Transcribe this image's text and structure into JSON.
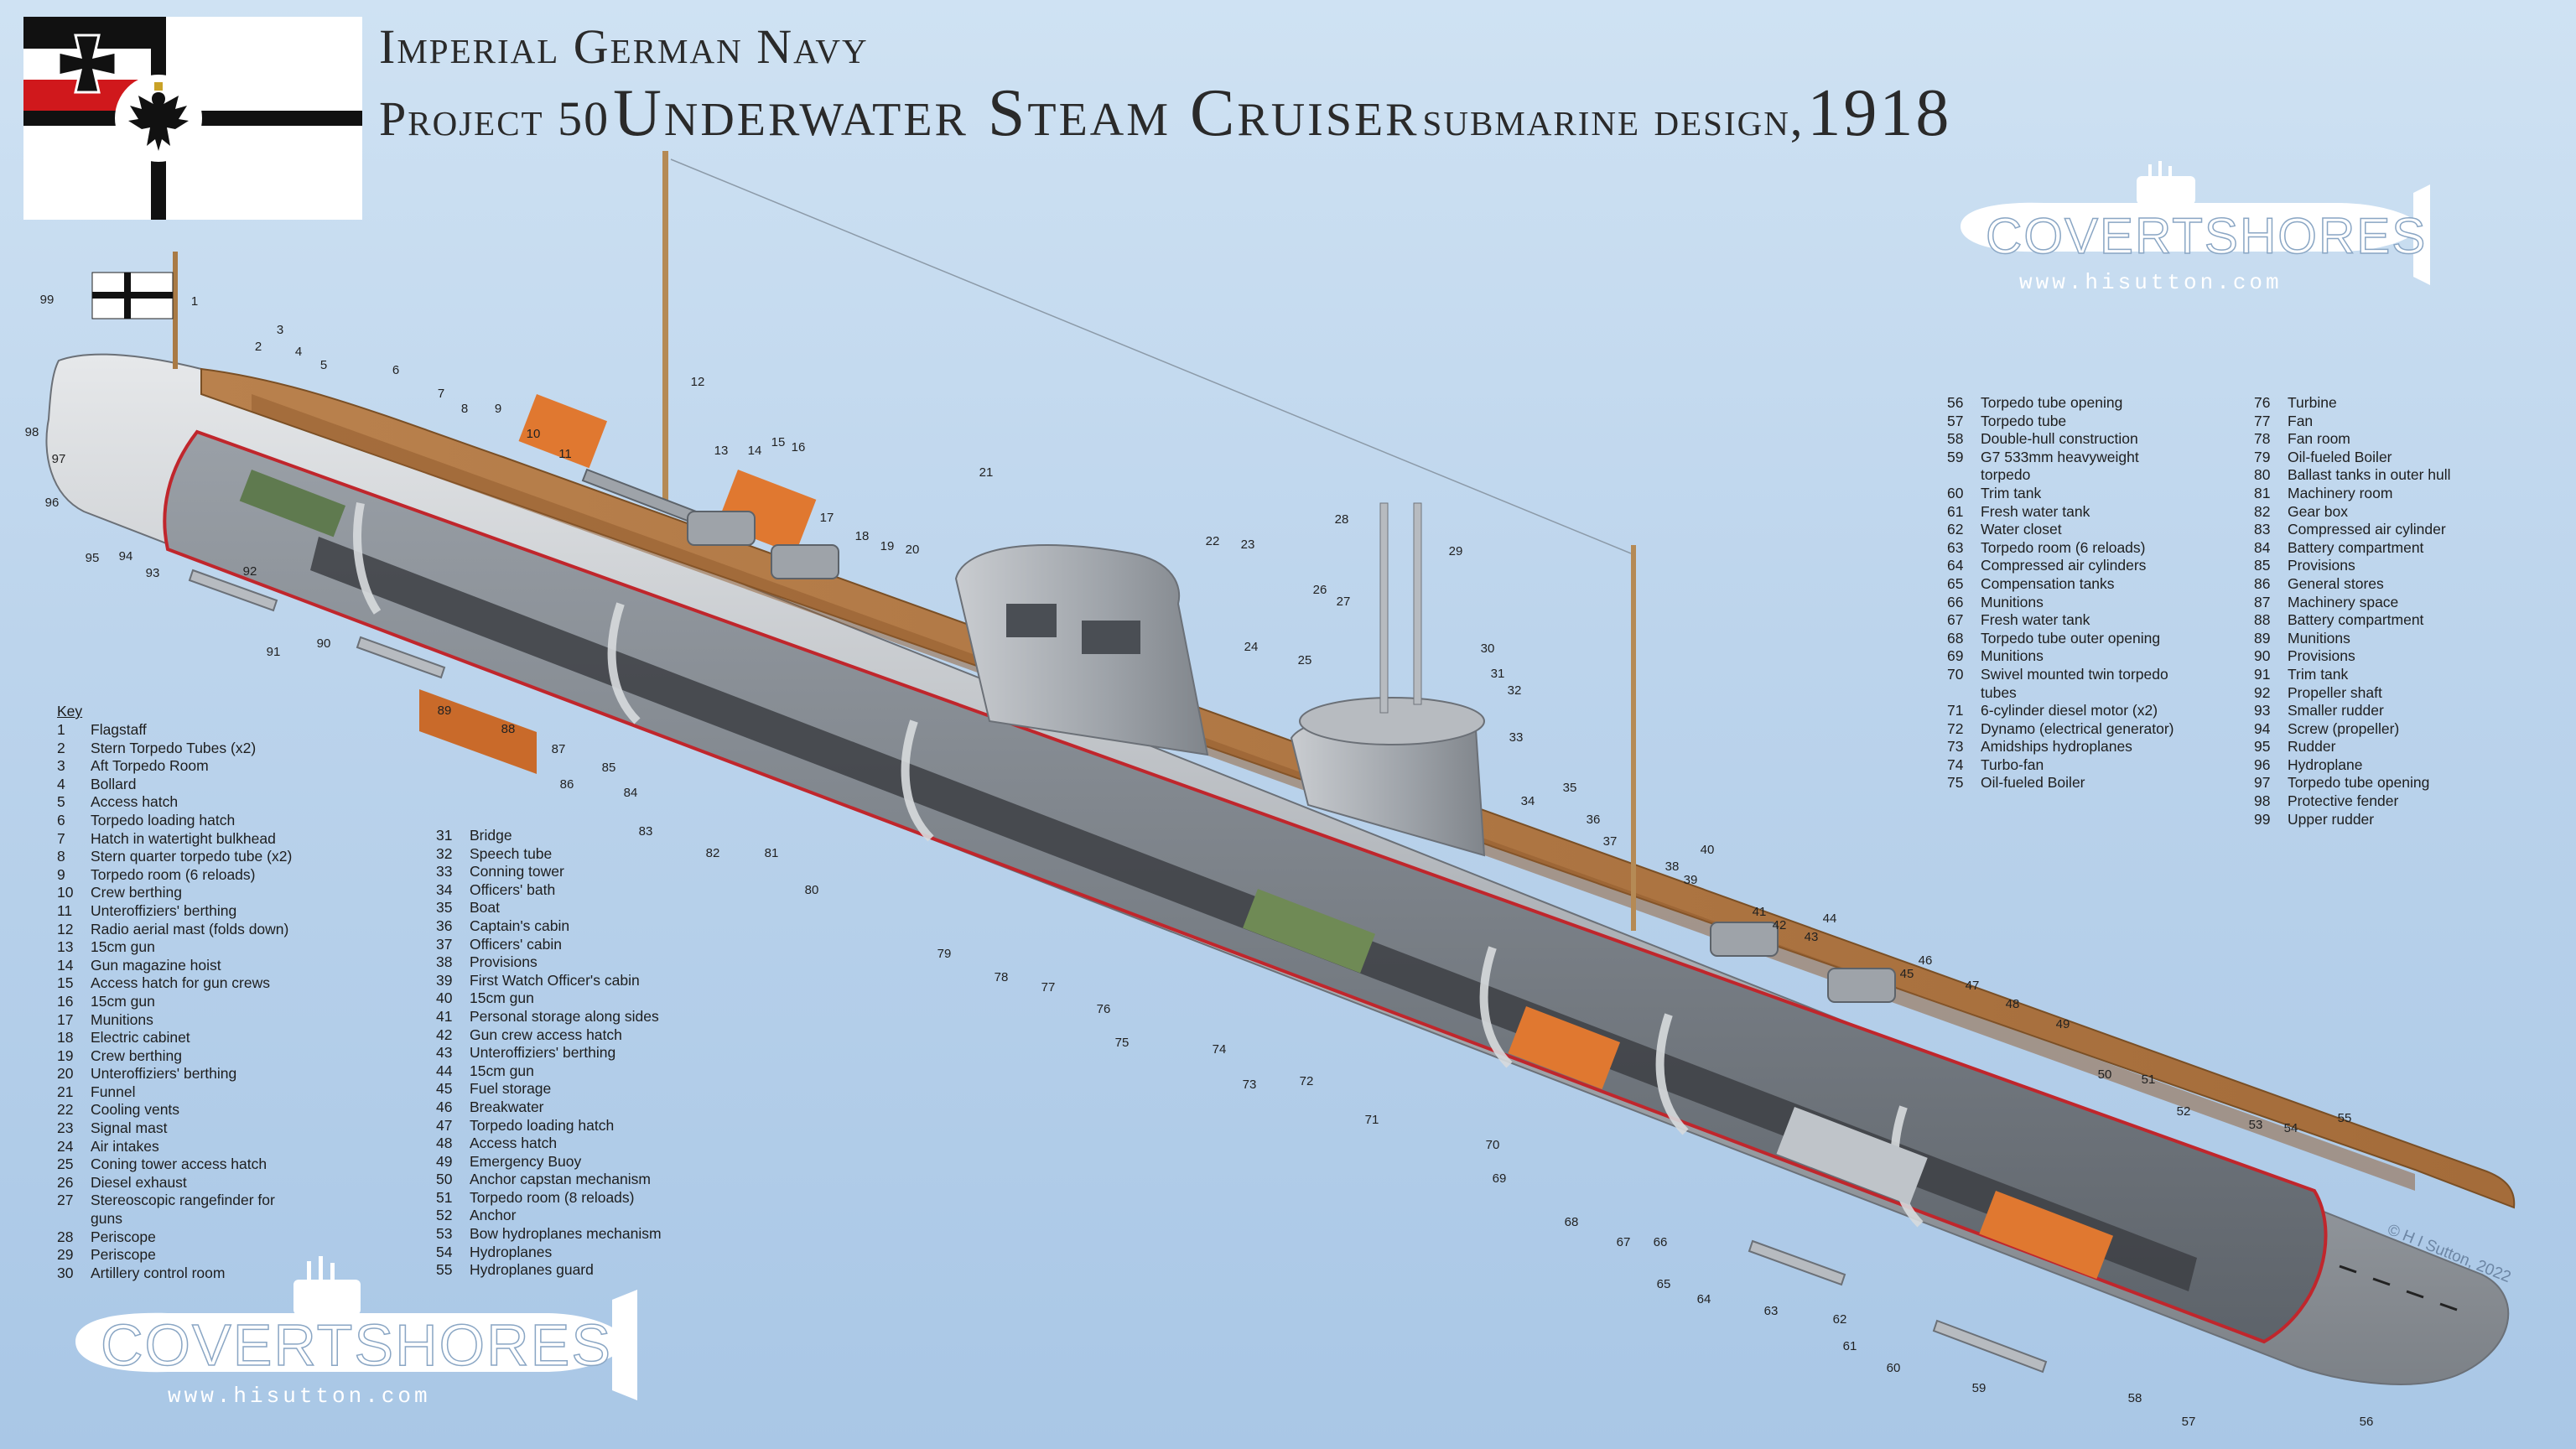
{
  "title": {
    "line1": "Imperial German Navy",
    "line2_a": "Project 50",
    "line2_b": "Underwater Steam Cruiser",
    "line2_c": "submarine design,",
    "line2_d": "1918"
  },
  "logo": {
    "word": "COVERTSHORES",
    "url": "www.hisutton.com"
  },
  "copyright": "© H I Sutton, 2022",
  "key_heading": "Key",
  "key_col_1": [
    {
      "n": "1",
      "t": "Flagstaff"
    },
    {
      "n": "2",
      "t": "Stern Torpedo Tubes (x2)"
    },
    {
      "n": "3",
      "t": "Aft Torpedo Room"
    },
    {
      "n": "4",
      "t": "Bollard"
    },
    {
      "n": "5",
      "t": "Access hatch"
    },
    {
      "n": "6",
      "t": "Torpedo loading hatch"
    },
    {
      "n": "7",
      "t": "Hatch in watertight bulkhead"
    },
    {
      "n": "8",
      "t": "Stern quarter torpedo tube (x2)"
    },
    {
      "n": "9",
      "t": "Torpedo room (6 reloads)"
    },
    {
      "n": "10",
      "t": "Crew berthing"
    },
    {
      "n": "11",
      "t": "Unteroffiziers' berthing"
    },
    {
      "n": "12",
      "t": "Radio aerial mast (folds down)"
    },
    {
      "n": "13",
      "t": "15cm gun"
    },
    {
      "n": "14",
      "t": "Gun magazine hoist"
    },
    {
      "n": "15",
      "t": "Access hatch for gun crews"
    },
    {
      "n": "16",
      "t": "15cm gun"
    },
    {
      "n": "17",
      "t": "Munitions"
    },
    {
      "n": "18",
      "t": "Electric cabinet"
    },
    {
      "n": "19",
      "t": "Crew berthing"
    },
    {
      "n": "20",
      "t": "Unteroffiziers' berthing"
    },
    {
      "n": "21",
      "t": "Funnel"
    },
    {
      "n": "22",
      "t": "Cooling vents"
    },
    {
      "n": "23",
      "t": "Signal mast"
    },
    {
      "n": "24",
      "t": "Air intakes"
    },
    {
      "n": "25",
      "t": "Coning tower access hatch"
    },
    {
      "n": "26",
      "t": "Diesel exhaust"
    },
    {
      "n": "27",
      "t": "Stereoscopic rangefinder for",
      "t2": "guns"
    },
    {
      "n": "28",
      "t": "Periscope"
    },
    {
      "n": "29",
      "t": "Periscope"
    },
    {
      "n": "30",
      "t": "Artillery control room"
    }
  ],
  "key_col_2": [
    {
      "n": "31",
      "t": "Bridge"
    },
    {
      "n": "32",
      "t": "Speech tube"
    },
    {
      "n": "33",
      "t": "Conning tower"
    },
    {
      "n": "34",
      "t": "Officers' bath"
    },
    {
      "n": "35",
      "t": "Boat"
    },
    {
      "n": "36",
      "t": "Captain's cabin"
    },
    {
      "n": "37",
      "t": "Officers' cabin"
    },
    {
      "n": "38",
      "t": "Provisions"
    },
    {
      "n": "39",
      "t": "First Watch Officer's cabin"
    },
    {
      "n": "40",
      "t": "15cm gun"
    },
    {
      "n": "41",
      "t": "Personal storage along sides"
    },
    {
      "n": "42",
      "t": "Gun crew access hatch"
    },
    {
      "n": "43",
      "t": "Unteroffiziers' berthing"
    },
    {
      "n": "44",
      "t": "15cm gun"
    },
    {
      "n": "45",
      "t": "Fuel storage"
    },
    {
      "n": "46",
      "t": "Breakwater"
    },
    {
      "n": "47",
      "t": "Torpedo loading hatch"
    },
    {
      "n": "48",
      "t": "Access hatch"
    },
    {
      "n": "49",
      "t": "Emergency Buoy"
    },
    {
      "n": "50",
      "t": "Anchor capstan mechanism"
    },
    {
      "n": "51",
      "t": "Torpedo room (8 reloads)"
    },
    {
      "n": "52",
      "t": "Anchor"
    },
    {
      "n": "53",
      "t": "Bow hydroplanes mechanism"
    },
    {
      "n": "54",
      "t": "Hydroplanes"
    },
    {
      "n": "55",
      "t": "Hydroplanes guard"
    }
  ],
  "key_col_3": [
    {
      "n": "56",
      "t": "Torpedo tube opening"
    },
    {
      "n": "57",
      "t": "Torpedo tube"
    },
    {
      "n": "58",
      "t": "Double-hull construction"
    },
    {
      "n": "59",
      "t": "G7 533mm heavyweight",
      "t2": "torpedo"
    },
    {
      "n": "60",
      "t": "Trim tank"
    },
    {
      "n": "61",
      "t": "Fresh water tank"
    },
    {
      "n": "62",
      "t": "Water closet"
    },
    {
      "n": "63",
      "t": "Torpedo room (6 reloads)"
    },
    {
      "n": "64",
      "t": "Compressed air cylinders"
    },
    {
      "n": "65",
      "t": "Compensation tanks"
    },
    {
      "n": "66",
      "t": "Munitions"
    },
    {
      "n": "67",
      "t": "Fresh water tank"
    },
    {
      "n": "68",
      "t": "Torpedo tube outer opening"
    },
    {
      "n": "69",
      "t": "Munitions"
    },
    {
      "n": "70",
      "t": "Swivel mounted twin torpedo",
      "t2": "tubes"
    },
    {
      "n": "71",
      "t": "6-cylinder diesel motor (x2)"
    },
    {
      "n": "72",
      "t": "Dynamo (electrical generator)"
    },
    {
      "n": "73",
      "t": "Amidships hydroplanes"
    },
    {
      "n": "74",
      "t": "Turbo-fan"
    },
    {
      "n": "75",
      "t": "Oil-fueled Boiler"
    }
  ],
  "key_col_4": [
    {
      "n": "76",
      "t": "Turbine"
    },
    {
      "n": "77",
      "t": "Fan"
    },
    {
      "n": "78",
      "t": "Fan room"
    },
    {
      "n": "79",
      "t": "Oil-fueled Boiler"
    },
    {
      "n": "80",
      "t": "Ballast tanks in outer hull"
    },
    {
      "n": "81",
      "t": "Machinery room"
    },
    {
      "n": "82",
      "t": "Gear box"
    },
    {
      "n": "83",
      "t": "Compressed air cylinder"
    },
    {
      "n": "84",
      "t": "Battery compartment"
    },
    {
      "n": "85",
      "t": "Provisions"
    },
    {
      "n": "86",
      "t": "General stores"
    },
    {
      "n": "87",
      "t": "Machinery space"
    },
    {
      "n": "88",
      "t": "Battery compartment"
    },
    {
      "n": "89",
      "t": "Munitions"
    },
    {
      "n": "90",
      "t": "Provisions"
    },
    {
      "n": "91",
      "t": "Trim tank"
    },
    {
      "n": "92",
      "t": "Propeller shaft"
    },
    {
      "n": "93",
      "t": "Smaller rudder"
    },
    {
      "n": "94",
      "t": "Screw (propeller)"
    },
    {
      "n": "95",
      "t": "Rudder"
    },
    {
      "n": "96",
      "t": "Hydroplane"
    },
    {
      "n": "97",
      "t": "Torpedo tube opening"
    },
    {
      "n": "98",
      "t": "Protective fender"
    },
    {
      "n": "99",
      "t": "Upper rudder"
    }
  ],
  "callouts": [
    {
      "n": "1"
    },
    {
      "n": "2"
    },
    {
      "n": "3"
    },
    {
      "n": "4"
    },
    {
      "n": "5"
    },
    {
      "n": "6"
    },
    {
      "n": "7"
    },
    {
      "n": "8"
    },
    {
      "n": "9"
    },
    {
      "n": "10"
    },
    {
      "n": "11"
    },
    {
      "n": "12"
    },
    {
      "n": "13"
    },
    {
      "n": "14"
    },
    {
      "n": "15"
    },
    {
      "n": "16"
    },
    {
      "n": "17"
    },
    {
      "n": "18"
    },
    {
      "n": "19"
    },
    {
      "n": "20"
    },
    {
      "n": "21"
    },
    {
      "n": "22"
    },
    {
      "n": "23"
    },
    {
      "n": "24"
    },
    {
      "n": "25"
    },
    {
      "n": "26"
    },
    {
      "n": "27"
    },
    {
      "n": "28"
    },
    {
      "n": "29"
    },
    {
      "n": "30"
    },
    {
      "n": "31"
    },
    {
      "n": "32"
    },
    {
      "n": "33"
    },
    {
      "n": "34"
    },
    {
      "n": "35"
    },
    {
      "n": "36"
    },
    {
      "n": "37"
    },
    {
      "n": "38"
    },
    {
      "n": "39"
    },
    {
      "n": "40"
    },
    {
      "n": "41"
    },
    {
      "n": "42"
    },
    {
      "n": "43"
    },
    {
      "n": "44"
    },
    {
      "n": "45"
    },
    {
      "n": "46"
    },
    {
      "n": "47"
    },
    {
      "n": "48"
    },
    {
      "n": "49"
    },
    {
      "n": "50"
    },
    {
      "n": "51"
    },
    {
      "n": "52"
    },
    {
      "n": "53"
    },
    {
      "n": "54"
    },
    {
      "n": "55"
    },
    {
      "n": "56"
    },
    {
      "n": "57"
    },
    {
      "n": "58"
    },
    {
      "n": "59"
    },
    {
      "n": "60"
    },
    {
      "n": "61"
    },
    {
      "n": "62"
    },
    {
      "n": "63"
    },
    {
      "n": "64"
    },
    {
      "n": "65"
    },
    {
      "n": "66"
    },
    {
      "n": "67"
    },
    {
      "n": "68"
    },
    {
      "n": "69"
    },
    {
      "n": "70"
    },
    {
      "n": "71"
    },
    {
      "n": "72"
    },
    {
      "n": "73"
    },
    {
      "n": "74"
    },
    {
      "n": "75"
    },
    {
      "n": "76"
    },
    {
      "n": "77"
    },
    {
      "n": "78"
    },
    {
      "n": "79"
    },
    {
      "n": "80"
    },
    {
      "n": "81"
    },
    {
      "n": "82"
    },
    {
      "n": "83"
    },
    {
      "n": "84"
    },
    {
      "n": "85"
    },
    {
      "n": "86"
    },
    {
      "n": "87"
    },
    {
      "n": "88"
    },
    {
      "n": "89"
    },
    {
      "n": "90"
    },
    {
      "n": "91"
    },
    {
      "n": "92"
    },
    {
      "n": "93"
    },
    {
      "n": "94"
    },
    {
      "n": "95"
    },
    {
      "n": "96"
    },
    {
      "n": "97"
    },
    {
      "n": "98"
    },
    {
      "n": "99"
    }
  ]
}
